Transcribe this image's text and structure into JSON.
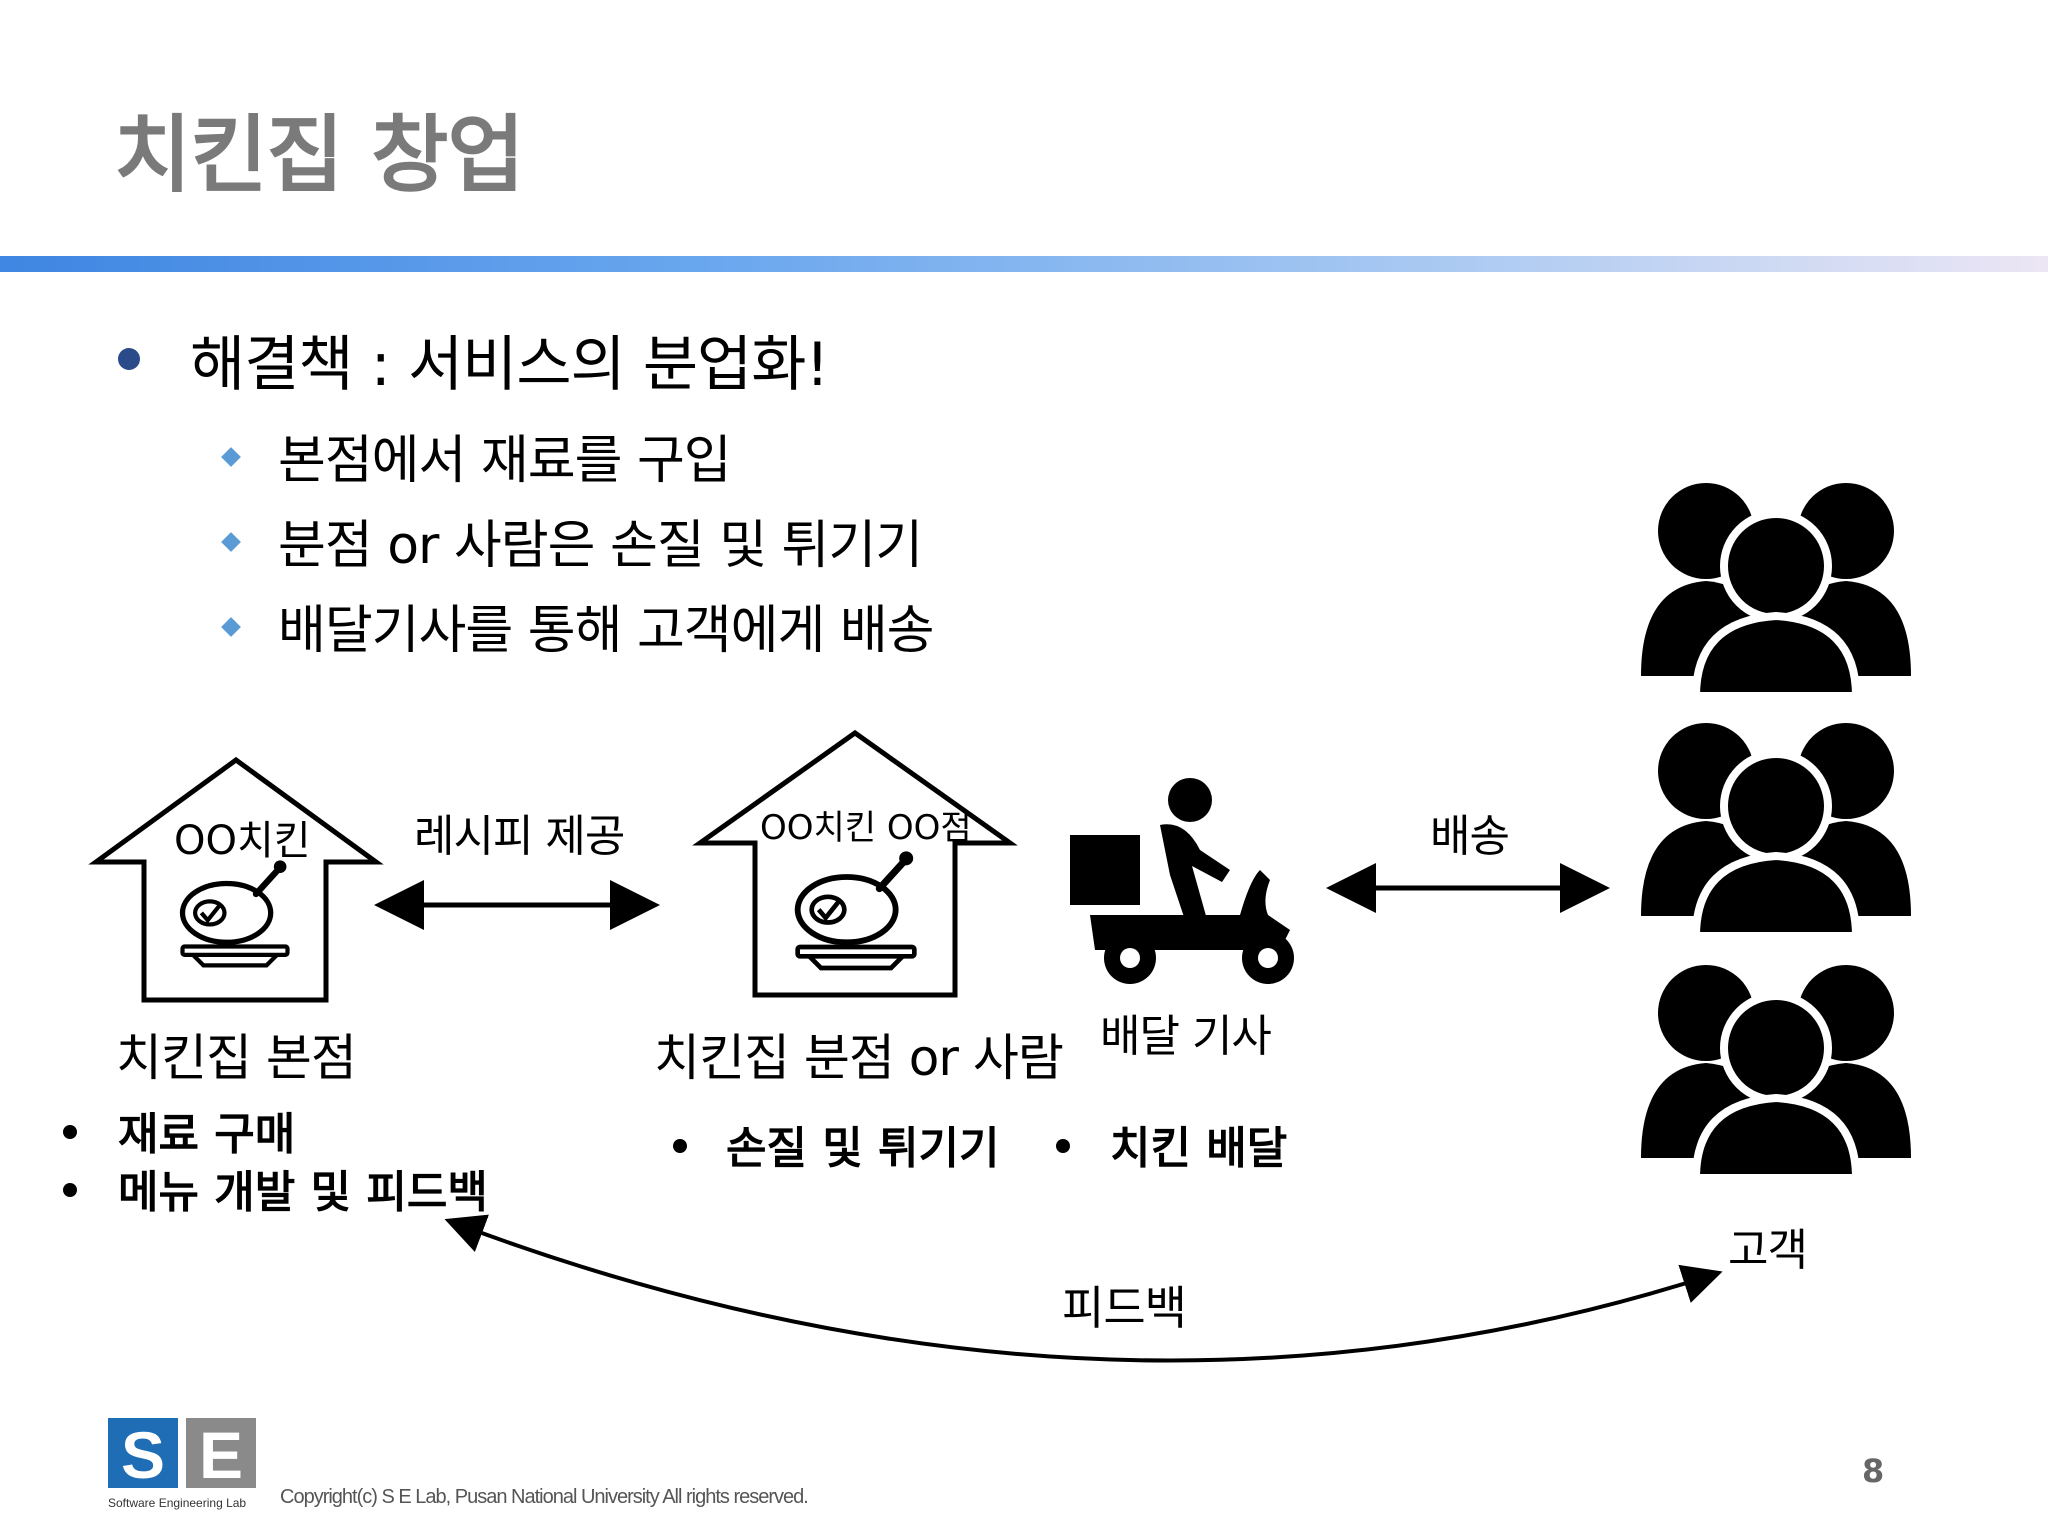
{
  "title": "치킨집 창업",
  "main_bullet": "해결책 : 서비스의 분업화!",
  "sub_bullets": [
    "본점에서 재료를 구입",
    "분점 or 사람은 손질 및 튀기기",
    "배달기사를 통해 고객에게 배송"
  ],
  "diagram": {
    "hq_house_label": "OO치킨",
    "branch_house_label": "OO치킨 OO점",
    "recipe_label": "레시피 제공",
    "delivery_label": "배송",
    "hq_name": "치킨집 본점",
    "branch_name": "치킨집 분점 or 사람",
    "rider_name": "배달 기사",
    "customer_name": "고객",
    "feedback_label": "피드백",
    "hq_tasks": [
      "재료 구매",
      "메뉴 개발 및 피드백"
    ],
    "branch_task": "손질 및 튀기기",
    "rider_task": "치킨 배달"
  },
  "footer": {
    "logo_caption": "Software Engineering Lab",
    "copyright": "Copyright(c) S E Lab, Pusan National University All rights reserved.",
    "page_number": "8"
  }
}
